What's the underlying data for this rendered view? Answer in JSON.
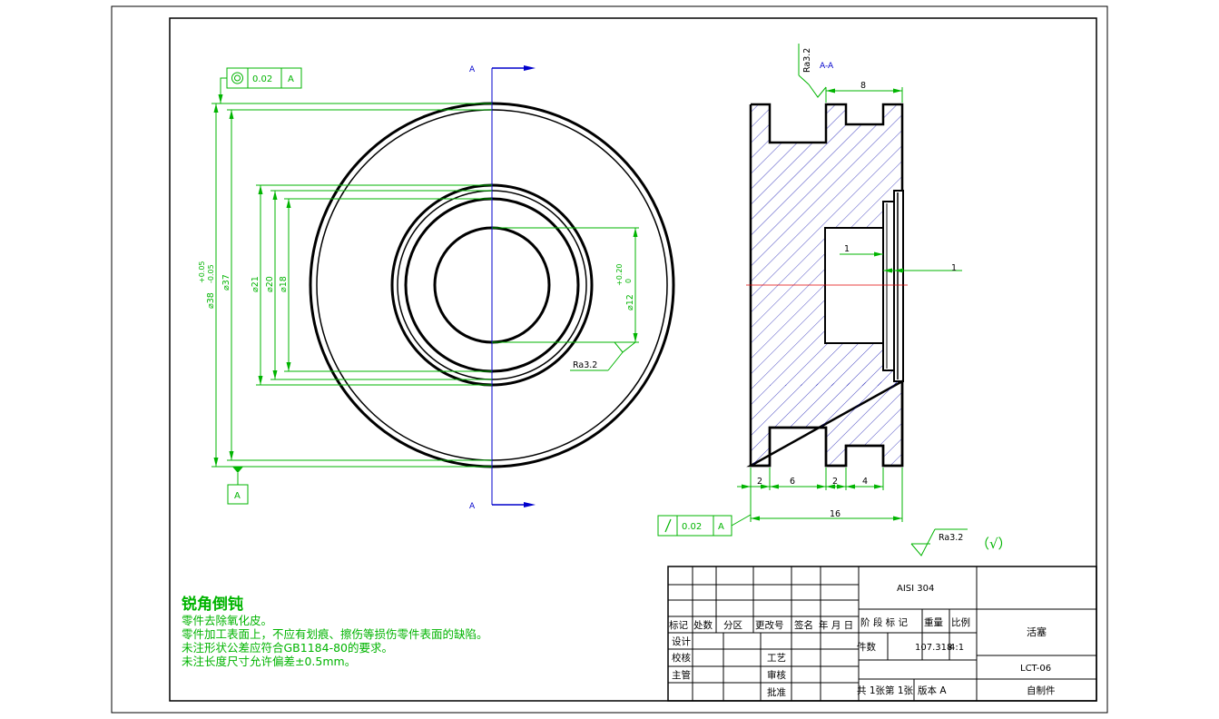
{
  "notes": {
    "title": "锐角倒钝",
    "lines": [
      "零件去除氧化皮。",
      "零件加工表面上，不应有划痕、擦伤等损伤零件表面的缺陷。",
      "未注形状公差应符合GB1184-80的要求。",
      "未注长度尺寸允许偏差±0.5mm。"
    ]
  },
  "front_view": {
    "section_mark": "A",
    "concentricity_tol": "0.02",
    "datum": "A",
    "dia38": "⌀38",
    "dia38_upper": "+0.05",
    "dia38_lower": "-0.05",
    "dia37": "⌀37",
    "dia21": "⌀21",
    "dia20": "⌀20",
    "dia18": "⌀18",
    "dia12": "⌀12",
    "dia12_upper": "+0.20",
    "dia12_lower": "0",
    "roughness": "Ra3.2"
  },
  "section_view": {
    "title": "A-A",
    "roughness": "Ra3.2",
    "dim_top": "8",
    "dim_inner": "1",
    "dim_right": "1",
    "dims_bottom": [
      "2",
      "6",
      "2",
      "4"
    ],
    "dim_total": "16",
    "runout_tol": "0.02",
    "runout_datum": "A",
    "general_roughness": "Ra3.2",
    "general_roughness_paren": "（√）"
  },
  "title_block": {
    "material": "AISI 304",
    "part_name": "活塞",
    "drawing_no": "LCT-06",
    "source": "自制件",
    "rev_headers": [
      "标记",
      "处数",
      "分区",
      "更改号",
      "签名",
      "年 月 日"
    ],
    "role_design": "设计",
    "role_check": "校核",
    "role_chief": "主管",
    "role_process": "工艺",
    "role_review": "审核",
    "role_approve": "批准",
    "stage_headers": [
      "阶 段 标 记",
      "重量",
      "比例"
    ],
    "quantity_label": "件数",
    "weight": "107.318",
    "scale": "4:1",
    "sheets": "共 1张第 1张",
    "version": "版本 A"
  }
}
